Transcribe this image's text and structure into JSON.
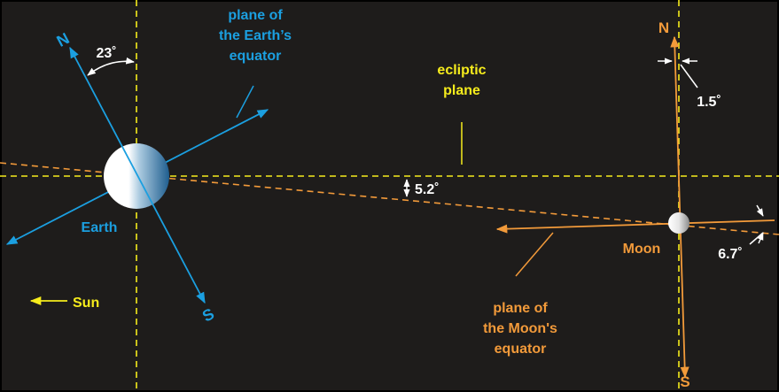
{
  "colors": {
    "background": "#1e1c1b",
    "border": "#000000",
    "earth_blue": "#1b9fe0",
    "moon_orange": "#f29a3a",
    "ecliptic_yellow": "#f6ec1c",
    "label_white": "#ffffff"
  },
  "earth": {
    "name": "Earth",
    "pole_north": "N",
    "pole_south": "S",
    "tilt_angle": "23˚",
    "equator_label": [
      "plane of",
      "the Earth’s",
      "equator"
    ]
  },
  "moon": {
    "name": "Moon",
    "pole_north": "N",
    "pole_south": "S",
    "tilt_angle": "1.5˚",
    "equator_angle": "6.7˚",
    "equator_label": [
      "plane of",
      "the Moon's",
      "equator"
    ]
  },
  "ecliptic": {
    "label": [
      "ecliptic",
      "plane"
    ]
  },
  "orbit": {
    "inclination": "5.2˚"
  },
  "sun": {
    "label": "Sun"
  }
}
